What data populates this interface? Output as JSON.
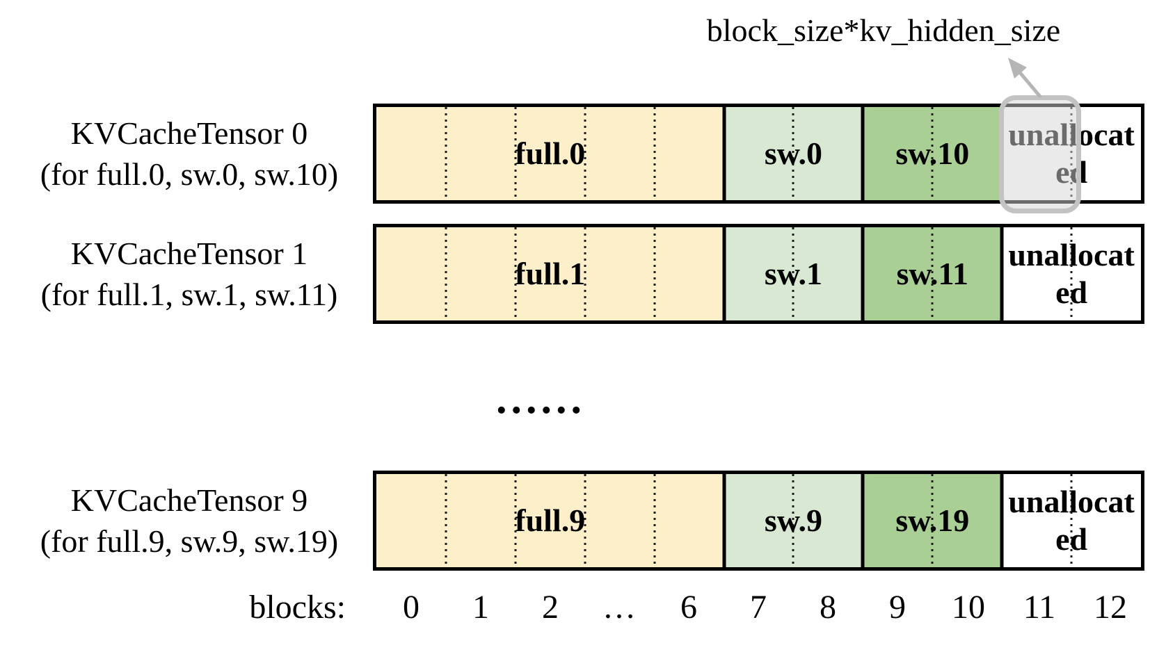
{
  "annotation": {
    "label": "block_size*kv_hidden_size"
  },
  "rows": [
    {
      "title": "KVCacheTensor 0",
      "subtitle": "(for full.0, sw.0, sw.10)",
      "segments": [
        {
          "label": "full.0"
        },
        {
          "label": "sw.0"
        },
        {
          "label": "sw.10"
        },
        {
          "label": "unallocated"
        }
      ],
      "highlighted_block": "11"
    },
    {
      "title": "KVCacheTensor 1",
      "subtitle": "(for full.1, sw.1, sw.11)",
      "segments": [
        {
          "label": "full.1"
        },
        {
          "label": "sw.1"
        },
        {
          "label": "sw.11"
        },
        {
          "label": "unallocated"
        }
      ]
    },
    {
      "title": "KVCacheTensor 9",
      "subtitle": "(for full.9, sw.9, sw.19)",
      "segments": [
        {
          "label": "full.9"
        },
        {
          "label": "sw.9"
        },
        {
          "label": "sw.19"
        },
        {
          "label": "unallocated"
        }
      ]
    }
  ],
  "rows_ellipsis": "......",
  "axis": {
    "label": "blocks:",
    "ticks": [
      "0",
      "1",
      "2",
      "…",
      "6",
      "7",
      "8",
      "9",
      "10",
      "11",
      "12"
    ]
  },
  "colors": {
    "full_block": "#FCEFCA",
    "sw_low_block": "#D8E8D2",
    "sw_high_block": "#A9CF95",
    "unallocated_block": "#FFFFFF",
    "bar_border": "#000000",
    "highlight_border": "#C3C3C3",
    "highlight_fill": "rgba(213,213,213,0.5)",
    "arrow": "#B5B5B5"
  }
}
